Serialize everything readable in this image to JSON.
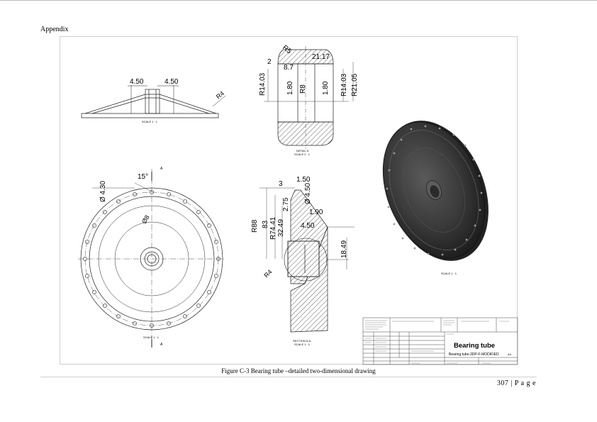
{
  "page": {
    "header": "Appendix",
    "caption": "Figure C-3 Bearing tube –detailed two-dimensional drawing",
    "page_number": "307 | P a g e"
  },
  "drawing": {
    "side_view": {
      "dims": [
        "4.50",
        "4.50",
        "R4"
      ],
      "scale": "SCALE 1 : 1"
    },
    "detail_view": {
      "dims": [
        "R5",
        "2",
        "21.17",
        "8.7",
        "R14.03",
        "1.80",
        "R8",
        "1.80",
        "R14.03",
        "R21.05"
      ],
      "label": "DETAIL D",
      "scale": "SCALE 2 : 1"
    },
    "front_view": {
      "dims": [
        "15°",
        "Ø 4.30",
        "Ø8"
      ],
      "section_mark": "A",
      "scale": "SCALE 1 : 1"
    },
    "section_view": {
      "dims": [
        "3",
        "1.50",
        "2.75",
        "Ø 4.50",
        "1.90",
        "R88",
        "83",
        "R74.41",
        "32.49",
        "4.50",
        "18.49",
        "R4"
      ],
      "label": "SECTION A-A",
      "scale": "SCALE 1 : 1"
    },
    "iso_view": {
      "scale": "SCALE 1 : 1"
    }
  },
  "title_block": {
    "title": "Bearing tube",
    "drawing_no": "Bearing tube-3DP-F-MODIFIED",
    "size": "A4"
  }
}
